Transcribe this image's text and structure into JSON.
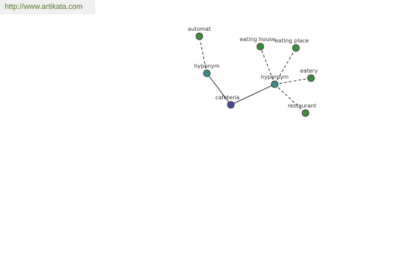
{
  "header": {
    "url": "http://www.artikata.com"
  },
  "colors": {
    "center": "#4a4a9a",
    "relation": "#3d8a86",
    "leaf": "#3f8a3f"
  },
  "nodes": {
    "cafeteria": {
      "label": "cafeteria",
      "kind": "center"
    },
    "hyponym": {
      "label": "hyponym",
      "kind": "relation"
    },
    "hypernym": {
      "label": "hypernym",
      "kind": "relation"
    },
    "automat": {
      "label": "automat",
      "kind": "leaf"
    },
    "eating_house": {
      "label": "eating house",
      "kind": "leaf"
    },
    "eating_place": {
      "label": "eating place",
      "kind": "leaf"
    },
    "eatery": {
      "label": "eatery",
      "kind": "leaf"
    },
    "restaurant": {
      "label": "restaurant",
      "kind": "leaf"
    }
  },
  "edges": [
    {
      "from": "cafeteria",
      "to": "hyponym",
      "style": "solid"
    },
    {
      "from": "cafeteria",
      "to": "hypernym",
      "style": "solid"
    },
    {
      "from": "hyponym",
      "to": "automat",
      "style": "dashed"
    },
    {
      "from": "hypernym",
      "to": "eating_house",
      "style": "dashed"
    },
    {
      "from": "hypernym",
      "to": "eating_place",
      "style": "dashed"
    },
    {
      "from": "hypernym",
      "to": "eatery",
      "style": "dashed"
    },
    {
      "from": "hypernym",
      "to": "restaurant",
      "style": "dashed"
    }
  ]
}
